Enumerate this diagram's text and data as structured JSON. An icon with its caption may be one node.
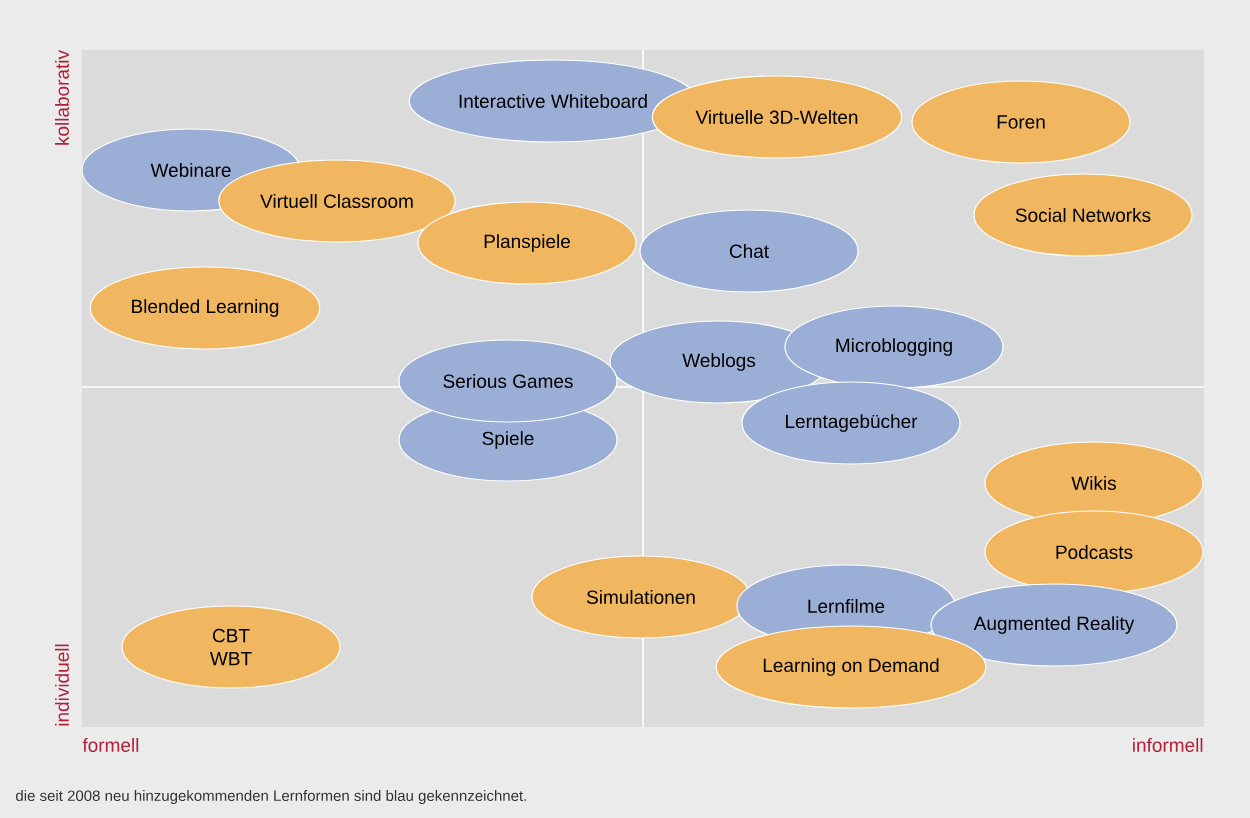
{
  "diagram": {
    "caption": "die seit 2008 neu hinzugekommenden Lernformen sind blau gekennzeichnet.",
    "nodes": [
      {
        "text": [
          "Interactive Whiteboard"
        ]
      },
      {
        "text": [
          "Virtuelle 3D-Welten"
        ]
      },
      {
        "text": [
          "Foren"
        ]
      },
      {
        "text": [
          "Webinare"
        ]
      },
      {
        "text": [
          "Virtuell Classroom"
        ]
      },
      {
        "text": [
          "Social Networks"
        ]
      },
      {
        "text": [
          "Planspiele"
        ]
      },
      {
        "text": [
          "Chat"
        ]
      },
      {
        "text": [
          "Blended Learning"
        ]
      },
      {
        "text": [
          "Weblogs"
        ]
      },
      {
        "text": [
          "Microblogging"
        ]
      },
      {
        "text": [
          "Serious Games"
        ]
      },
      {
        "text": [
          "Lerntagebücher"
        ]
      },
      {
        "text": [
          "Spiele"
        ]
      },
      {
        "text": [
          "Wikis"
        ]
      },
      {
        "text": [
          "Podcasts"
        ]
      },
      {
        "text": [
          "Simulationen"
        ]
      },
      {
        "text": [
          "Lernfilme"
        ]
      },
      {
        "text": [
          "CBT WBT"
        ]
      },
      {
        "text": [
          "Augmented Reality"
        ]
      },
      {
        "text": [
          "Learning on Demand"
        ]
      }
    ],
    "labels": [
      "kollaborativ",
      "individuell",
      "formell",
      "informell"
    ]
  }
}
